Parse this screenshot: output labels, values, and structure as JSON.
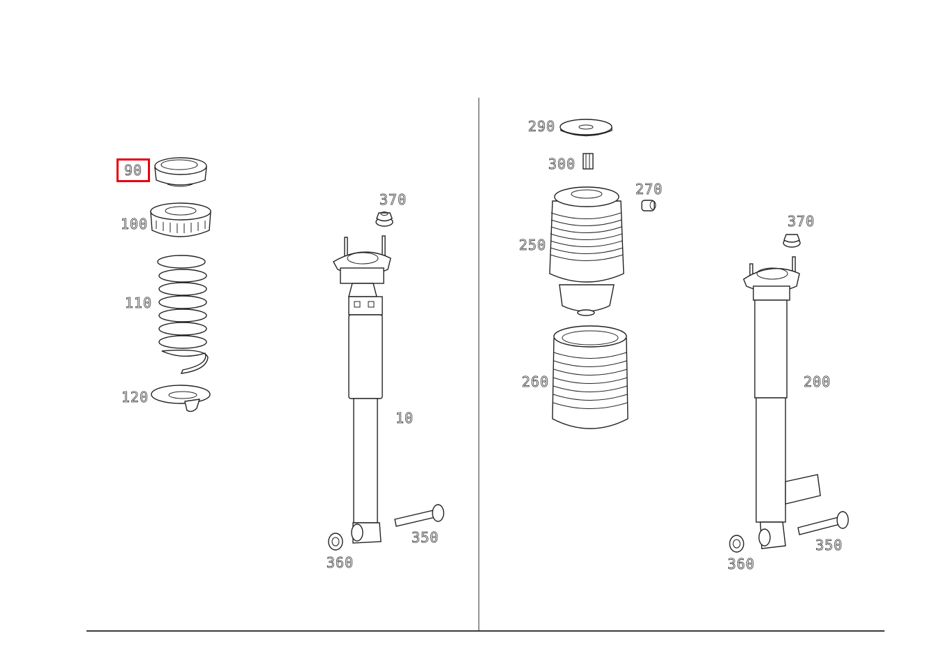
{
  "diagram": {
    "type": "exploded parts diagram",
    "subject": "Rear suspension strut / spring assembly",
    "highlight_color": "#e8000d",
    "line_color": "#222222",
    "selected_callout": "90",
    "left_panel": {
      "callouts": [
        {
          "id": "90",
          "label": "90",
          "part": "spring-cap",
          "highlighted": true
        },
        {
          "id": "100",
          "label": "100",
          "part": "upper-spring-seat"
        },
        {
          "id": "110",
          "label": "110",
          "part": "coil-spring"
        },
        {
          "id": "120",
          "label": "120",
          "part": "lower-spring-pad"
        },
        {
          "id": "370",
          "label": "370",
          "part": "top-mount-nut"
        },
        {
          "id": "10",
          "label": "10",
          "part": "shock-absorber"
        },
        {
          "id": "350",
          "label": "350",
          "part": "mounting-bolt"
        },
        {
          "id": "360",
          "label": "360",
          "part": "mounting-nut"
        }
      ]
    },
    "right_panel": {
      "callouts": [
        {
          "id": "290",
          "label": "290",
          "part": "top-plate"
        },
        {
          "id": "300",
          "label": "300",
          "part": "air-valve"
        },
        {
          "id": "270",
          "label": "270",
          "part": "residual-pressure-valve"
        },
        {
          "id": "250",
          "label": "250",
          "part": "air-spring-bellows"
        },
        {
          "id": "260",
          "label": "260",
          "part": "air-spring-sleeve"
        },
        {
          "id": "370",
          "label": "370",
          "part": "top-mount-nut"
        },
        {
          "id": "200",
          "label": "200",
          "part": "air-strut-shock-absorber"
        },
        {
          "id": "350",
          "label": "350",
          "part": "mounting-bolt"
        },
        {
          "id": "360",
          "label": "360",
          "part": "mounting-nut"
        }
      ]
    }
  }
}
